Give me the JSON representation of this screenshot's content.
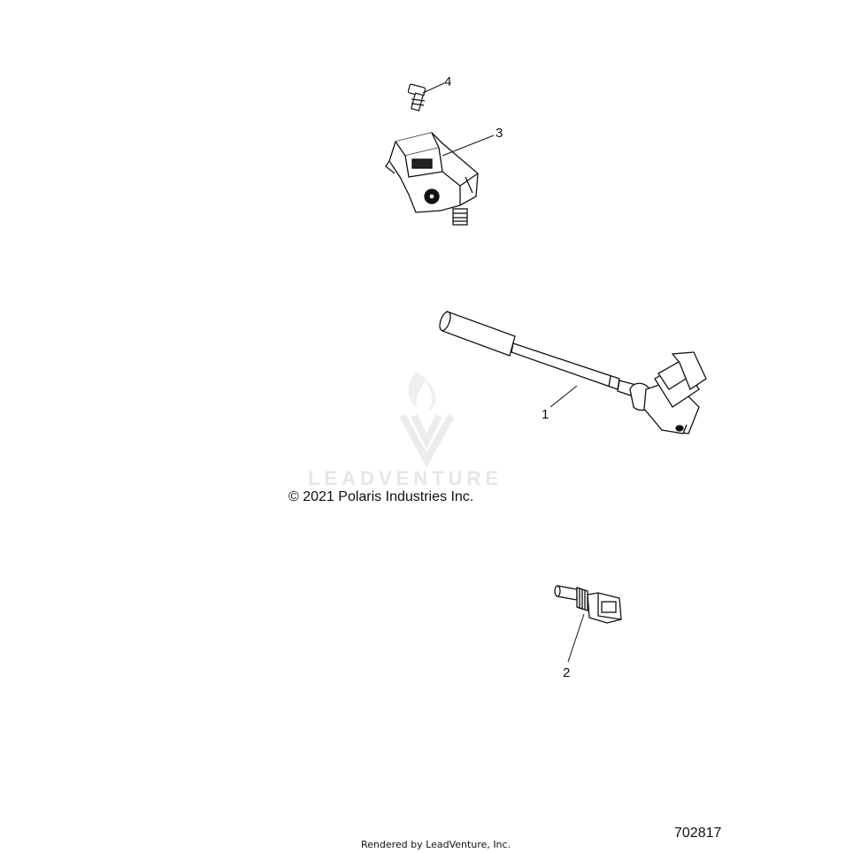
{
  "callouts": [
    {
      "id": "1",
      "label": "1"
    },
    {
      "id": "2",
      "label": "2"
    },
    {
      "id": "3",
      "label": "3"
    },
    {
      "id": "4",
      "label": "4"
    }
  ],
  "copyright": "© 2021 Polaris Industries Inc.",
  "watermark": "LEADVENTURE",
  "drawing_number": "702817",
  "footer": "Rendered by LeadVenture, Inc."
}
